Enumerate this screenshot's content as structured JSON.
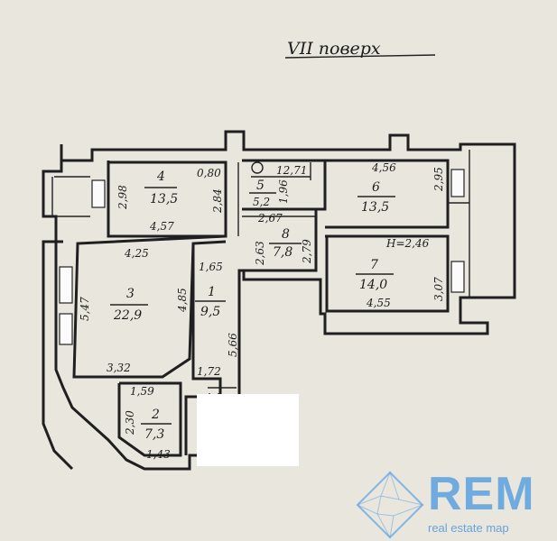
{
  "title": "VII поверх",
  "rooms": [
    {
      "id": "1",
      "number": "1",
      "area": "9,5"
    },
    {
      "id": "2",
      "number": "2",
      "area": "7,3"
    },
    {
      "id": "3",
      "number": "3",
      "area": "22,9"
    },
    {
      "id": "4",
      "number": "4",
      "area": "13,5"
    },
    {
      "id": "5",
      "number": "5",
      "area": "5,2"
    },
    {
      "id": "6",
      "number": "6",
      "area": "13,5"
    },
    {
      "id": "7",
      "number": "7",
      "area": "14,0"
    },
    {
      "id": "8",
      "number": "8",
      "area": "7,8"
    }
  ],
  "dimensions": {
    "r4_left": "2,98",
    "r4_topright": "0,80",
    "r4_right": "2,84",
    "r4_bottom": "4,57",
    "r3_top": "4,25",
    "r3_left": "5,47",
    "r3_right": "4,85",
    "r3_bottom": "3,32",
    "r1_top": "1,65",
    "r1_right": "5,66",
    "r2_topleft": "1,59",
    "r2_topright": "1,72",
    "r2_left": "2,30",
    "r2_bottom": "1,43",
    "r5_ceiling": "12,71",
    "r5_right": "1,96",
    "r8_top": "2,67",
    "r8_left": "2,63",
    "r8_right": "2,79",
    "r6_top": "4,56",
    "r6_right": "2,95",
    "r7_height": "H=2,46",
    "r7_right": "3,07",
    "r7_bottom": "4,55"
  },
  "logo": {
    "main": "REM",
    "sub": "real estate map"
  },
  "colors": {
    "paper": "#e9e6de",
    "ink": "#1c1c1c",
    "logo": "#5aa0e1"
  }
}
